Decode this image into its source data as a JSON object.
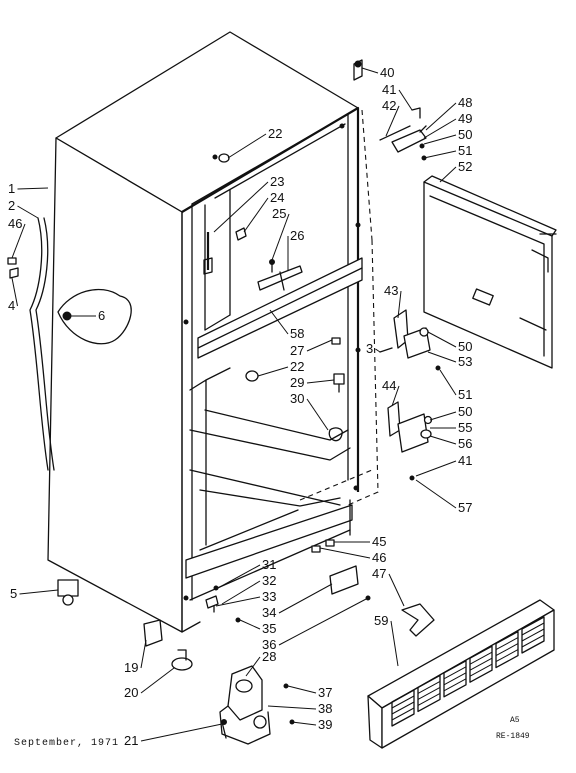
{
  "diagram": {
    "footer": {
      "date": "September, 1971",
      "code_top": "A5",
      "code_bottom": "RE-1849"
    },
    "callouts": [
      {
        "id": "c-1",
        "label": "1"
      },
      {
        "id": "c-2",
        "label": "2"
      },
      {
        "id": "c-46a",
        "label": "46"
      },
      {
        "id": "c-4",
        "label": "4"
      },
      {
        "id": "c-6",
        "label": "6"
      },
      {
        "id": "c-5",
        "label": "5"
      },
      {
        "id": "c-22a",
        "label": "22"
      },
      {
        "id": "c-23",
        "label": "23"
      },
      {
        "id": "c-24",
        "label": "24"
      },
      {
        "id": "c-25",
        "label": "25"
      },
      {
        "id": "c-26",
        "label": "26"
      },
      {
        "id": "c-58",
        "label": "58"
      },
      {
        "id": "c-27",
        "label": "27"
      },
      {
        "id": "c-22b",
        "label": "22"
      },
      {
        "id": "c-29",
        "label": "29"
      },
      {
        "id": "c-30",
        "label": "30"
      },
      {
        "id": "c-40",
        "label": "40"
      },
      {
        "id": "c-41a",
        "label": "41"
      },
      {
        "id": "c-42",
        "label": "42"
      },
      {
        "id": "c-48",
        "label": "48"
      },
      {
        "id": "c-49",
        "label": "49"
      },
      {
        "id": "c-50a",
        "label": "50"
      },
      {
        "id": "c-51a",
        "label": "51"
      },
      {
        "id": "c-52",
        "label": "52"
      },
      {
        "id": "c-43",
        "label": "43"
      },
      {
        "id": "c-50b",
        "label": "50"
      },
      {
        "id": "c-53",
        "label": "53"
      },
      {
        "id": "c-3",
        "label": "3"
      },
      {
        "id": "c-51b",
        "label": "51"
      },
      {
        "id": "c-44",
        "label": "44"
      },
      {
        "id": "c-50c",
        "label": "50"
      },
      {
        "id": "c-55",
        "label": "55"
      },
      {
        "id": "c-56",
        "label": "56"
      },
      {
        "id": "c-41b",
        "label": "41"
      },
      {
        "id": "c-57",
        "label": "57"
      },
      {
        "id": "c-45",
        "label": "45"
      },
      {
        "id": "c-46b",
        "label": "46"
      },
      {
        "id": "c-47",
        "label": "47"
      },
      {
        "id": "c-31",
        "label": "31"
      },
      {
        "id": "c-32",
        "label": "32"
      },
      {
        "id": "c-33",
        "label": "33"
      },
      {
        "id": "c-34",
        "label": "34"
      },
      {
        "id": "c-35",
        "label": "35"
      },
      {
        "id": "c-36",
        "label": "36"
      },
      {
        "id": "c-28",
        "label": "28"
      },
      {
        "id": "c-59",
        "label": "59"
      },
      {
        "id": "c-19",
        "label": "19"
      },
      {
        "id": "c-20",
        "label": "20"
      },
      {
        "id": "c-21",
        "label": "21"
      },
      {
        "id": "c-37",
        "label": "37"
      },
      {
        "id": "c-38",
        "label": "38"
      },
      {
        "id": "c-39",
        "label": "39"
      }
    ]
  }
}
